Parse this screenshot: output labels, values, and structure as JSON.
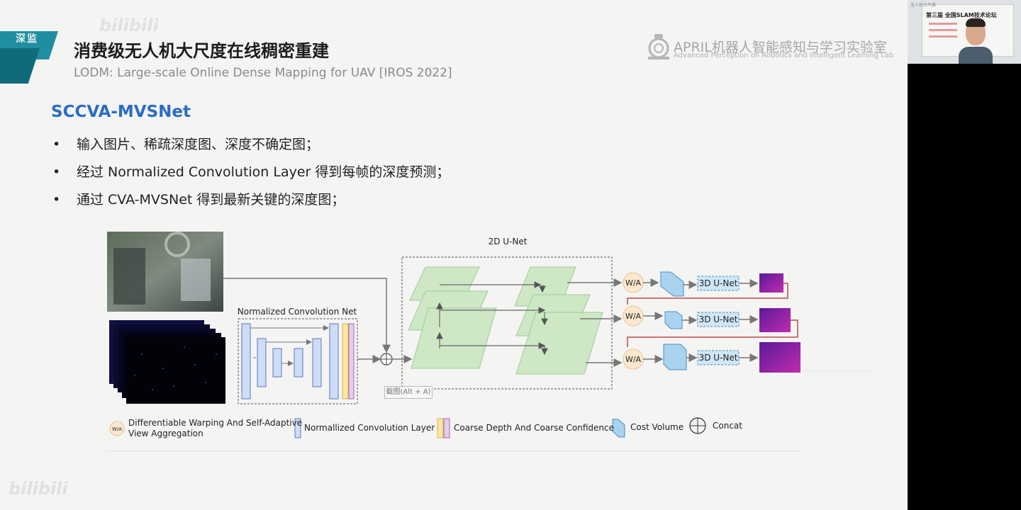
{
  "slide": {
    "header_tag": "深监",
    "title_cn": "消费级无人机大尺度在线稠密重建",
    "title_en": "LODM: Large-scale Online Dense Mapping for UAV [IROS 2022]",
    "lab_cn": "APRIL机器人智能感知与学习实验室",
    "lab_en": "Advanced Perception on Robotics and Intelligent Learning Lab",
    "section_title": "SCCVA-MVSNet",
    "bullets": [
      "输入图片、稀疏深度图、深度不确定图；",
      "经过 Normalized Convolution Layer 得到每帧的深度预测；",
      "通过 CVA-MVSNet 得到最新关键的深度图；"
    ],
    "watermark": "bilibili"
  },
  "diagram": {
    "unet_2d_label": "2D U-Net",
    "nconv_net_label": "Normalized Convolution Net",
    "wa_label": "W/A",
    "unet_3d_label": "3D U-Net",
    "snip_tooltip": "截图(Alt + A)"
  },
  "legend": {
    "warping": "Differentiable Warping And Self-Adaptive",
    "warping_line2": "View Aggregation",
    "nconv_layer": "Normallized Convolution Layer",
    "coarse": "Coarse Depth And Coarse Confidence",
    "cost_volume": "Cost Volume",
    "concat": "Concat"
  },
  "webcam": {
    "title": "第三届 全国SLAM技术论坛",
    "small": "无人机大尺度"
  },
  "colors": {
    "section_blue": "#2b6cc4",
    "teal": "#1f8ea0",
    "plane_green": "#cde8c4",
    "cost_blue": "#a9d3ef",
    "depth_purple": "#8a2bbf",
    "red_link": "#c24a4a"
  }
}
